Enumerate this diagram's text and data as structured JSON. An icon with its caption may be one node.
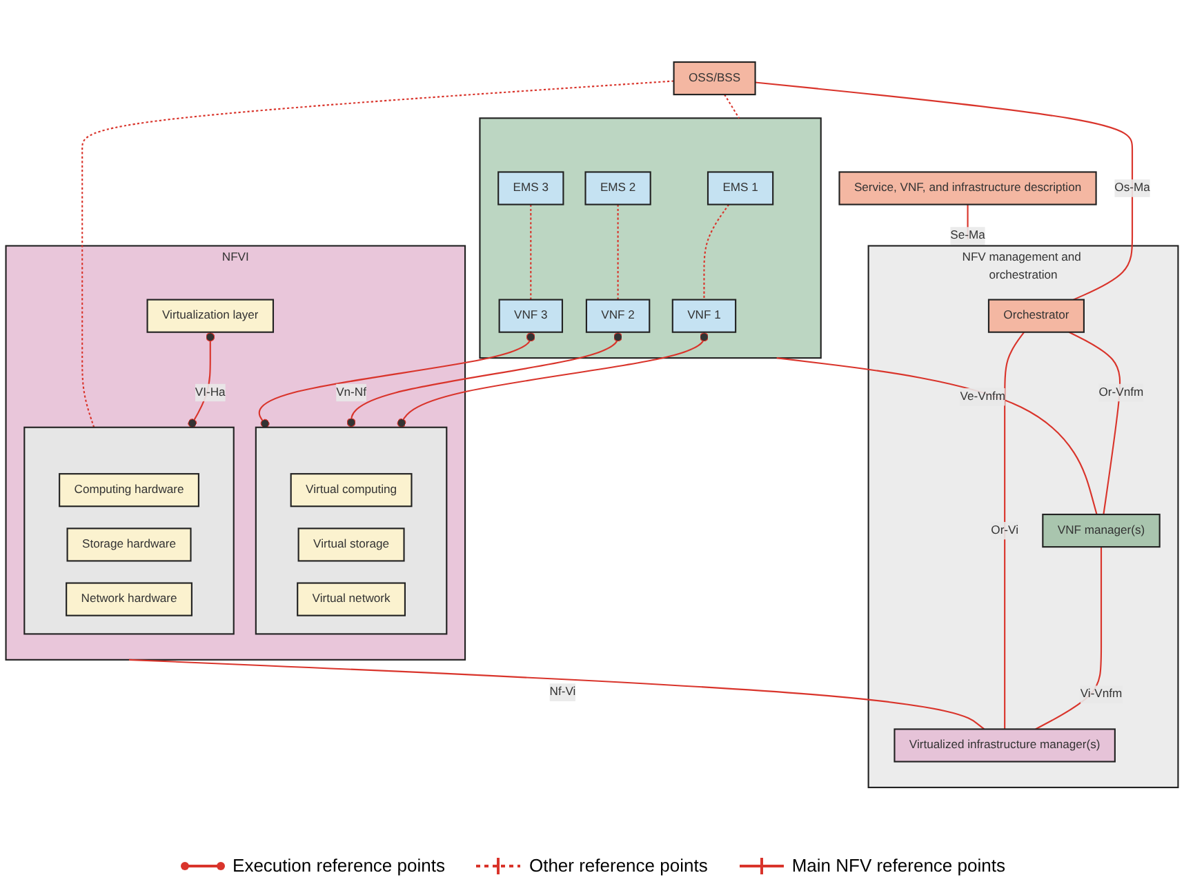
{
  "diagram": {
    "nodes": [
      {
        "text": [
          "OSS/BSS"
        ]
      },
      {
        "text": [
          "Service, VNF, and infrastructure description"
        ]
      },
      {
        "text": [
          "NFV management and orchestration"
        ]
      },
      {
        "text": [
          "Orchestrator"
        ],
        "in": 2
      },
      {
        "text": [
          "VNF manager(s)"
        ],
        "in": 2
      },
      {
        "text": [
          "Virtualized infrastructure manager(s)"
        ],
        "in": 2
      },
      {
        "text": [],
        "shape": "box"
      },
      {
        "text": [
          "EMS 1"
        ],
        "in": 6
      },
      {
        "text": [
          "EMS 2"
        ],
        "in": 6
      },
      {
        "text": [
          "EMS 3"
        ],
        "in": 6
      },
      {
        "text": [
          "VNF 1"
        ],
        "in": 6
      },
      {
        "text": [
          "VNF 2"
        ],
        "in": 6
      },
      {
        "text": [
          "VNF 3"
        ],
        "in": 6
      },
      {
        "text": [
          "NFVI"
        ]
      },
      {
        "text": [],
        "shape": "box",
        "in": 13
      },
      {
        "text": [
          "Virtual computing"
        ],
        "in": 14
      },
      {
        "text": [
          "Virtual storage"
        ],
        "in": 14
      },
      {
        "text": [
          "Virtual network"
        ],
        "in": 14
      },
      {
        "text": [
          "Virtualization layer"
        ],
        "in": 13
      },
      {
        "text": [],
        "shape": "box",
        "in": 13
      },
      {
        "text": [
          "Computing hardware"
        ],
        "in": 19
      },
      {
        "text": [
          "Storage hardware"
        ],
        "in": 19
      },
      {
        "text": [
          "Network hardware"
        ],
        "in": 19
      }
    ],
    "edges": [
      {
        "from": 0,
        "to": 3,
        "arrow": "none",
        "label": "Os-Ma"
      },
      {
        "from": 1,
        "to": 2,
        "arrow": "none",
        "label": "Se-Ma"
      },
      {
        "from": 0,
        "to": 6,
        "arrow": "none",
        "style": "dashed"
      },
      {
        "from": 7,
        "to": 10,
        "arrow": "none",
        "style": "dashed"
      },
      {
        "from": 8,
        "to": 11,
        "arrow": "none",
        "style": "dashed"
      },
      {
        "from": 9,
        "to": 12,
        "arrow": "none",
        "style": "dashed"
      },
      {
        "from": 6,
        "to": 4,
        "arrow": "none",
        "label": "Ve-Vnfm"
      },
      {
        "from": 3,
        "to": 4,
        "arrow": "none",
        "label": "Or-Vnfm"
      },
      {
        "from": 4,
        "to": 5,
        "arrow": "none",
        "label": "Vi-Vnfm"
      },
      {
        "from": 3,
        "to": 5,
        "arrow": "none",
        "label": "Or-Vi"
      },
      {
        "from": 10,
        "to": 14,
        "arrow": "other"
      },
      {
        "from": 11,
        "to": 14,
        "arrow": "other",
        "label": "Vn-Nf"
      },
      {
        "from": 12,
        "to": 14,
        "arrow": "other"
      },
      {
        "from": 18,
        "to": 19,
        "arrow": "other",
        "label": "VI-Ha"
      },
      {
        "from": 13,
        "to": 5,
        "arrow": "none",
        "label": "Nf-Vi"
      },
      {
        "from": 0,
        "to": 19,
        "arrow": "none",
        "style": "dashed"
      }
    ],
    "legend": [
      {
        "text": "Execution reference points"
      },
      {
        "text": "Other reference points"
      },
      {
        "text": "Main NFV reference points"
      }
    ]
  }
}
